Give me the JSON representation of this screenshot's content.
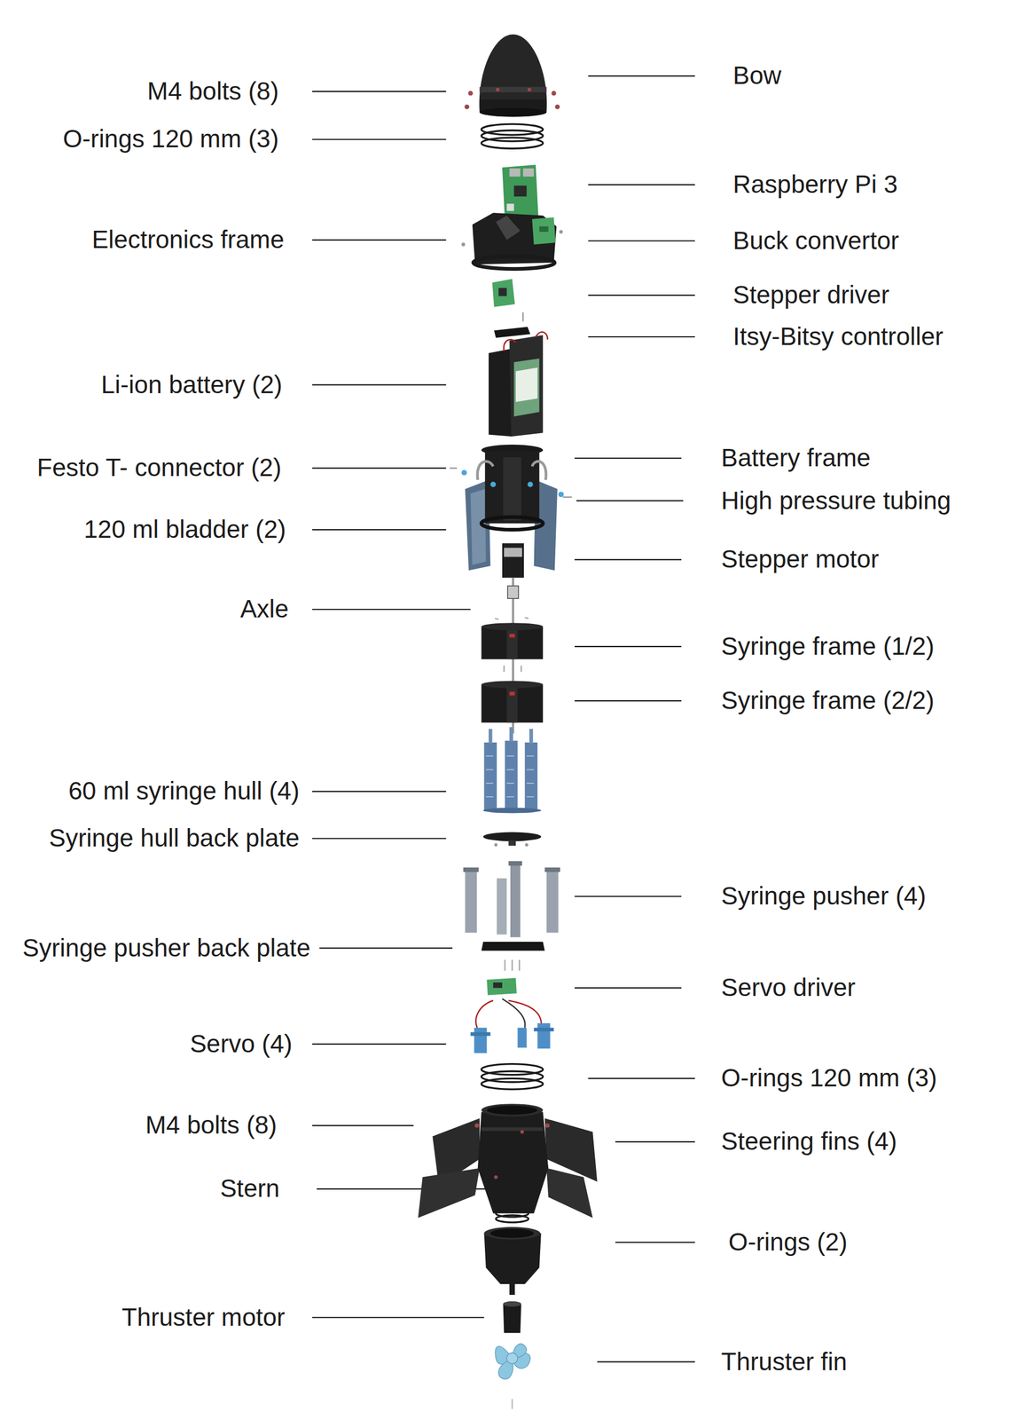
{
  "diagram": {
    "labels": [
      "Bow",
      "M4 bolts (8)",
      "O-rings 120 mm (3)",
      "Raspberry Pi 3",
      "Electronics frame",
      "Buck convertor",
      "Stepper driver",
      "Itsy-Bitsy controller",
      "Li-ion battery (2)",
      "Battery frame",
      "Festo T- connector (2)",
      "High pressure tubing",
      "120 ml bladder (2)",
      "Stepper motor",
      "Axle",
      "Syringe frame (1/2)",
      "Syringe frame (2/2)",
      "60 ml syringe hull (4)",
      "Syringe hull back plate",
      "Syringe pusher (4)",
      "Syringe pusher back plate",
      "Servo driver",
      "Servo (4)",
      "O-rings 120 mm (3)",
      "M4 bolts (8)",
      "Steering fins (4)",
      "Stern",
      "O-rings (2)",
      "Thruster motor",
      "Thruster fin"
    ]
  }
}
